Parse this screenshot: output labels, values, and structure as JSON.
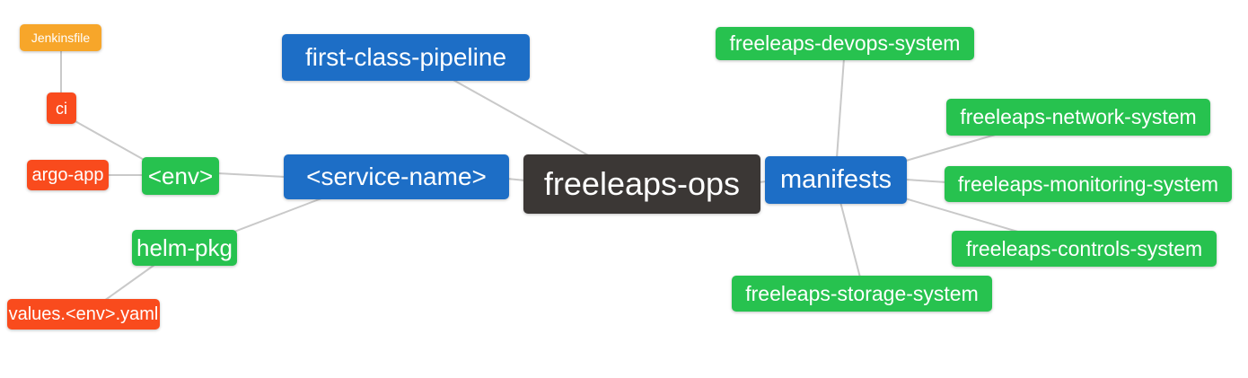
{
  "diagram": {
    "type": "mindmap",
    "background": "#ffffff",
    "edge_color": "#c9c9c9",
    "palette": {
      "blue": "#1d6ec6",
      "green": "#27c24f",
      "orange": "#f7a62a",
      "red": "#f94b1d",
      "dark": "#3b3735",
      "text": "#ffffff"
    },
    "nodes": [
      {
        "id": "jenkinsfile",
        "label": "Jenkinsfile",
        "color": "#f7a62a"
      },
      {
        "id": "ci",
        "label": "ci",
        "color": "#f94b1d"
      },
      {
        "id": "argo-app",
        "label": "argo-app",
        "color": "#f94b1d"
      },
      {
        "id": "env",
        "label": "<env>",
        "color": "#27c24f"
      },
      {
        "id": "helm-pkg",
        "label": "helm-pkg",
        "color": "#27c24f"
      },
      {
        "id": "values-env-yaml",
        "label": "values.<env>.yaml",
        "color": "#f94b1d"
      },
      {
        "id": "first-class-pipeline",
        "label": "first-class-pipeline",
        "color": "#1d6ec6"
      },
      {
        "id": "service-name",
        "label": "<service-name>",
        "color": "#1d6ec6"
      },
      {
        "id": "freeleaps-ops",
        "label": "freeleaps-ops",
        "color": "#3b3735"
      },
      {
        "id": "manifests",
        "label": "manifests",
        "color": "#1d6ec6"
      },
      {
        "id": "freeleaps-devops-system",
        "label": "freeleaps-devops-system",
        "color": "#27c24f"
      },
      {
        "id": "freeleaps-network-system",
        "label": "freeleaps-network-system",
        "color": "#27c24f"
      },
      {
        "id": "freeleaps-monitoring-system",
        "label": "freeleaps-monitoring-system",
        "color": "#27c24f"
      },
      {
        "id": "freeleaps-controls-system",
        "label": "freeleaps-controls-system",
        "color": "#27c24f"
      },
      {
        "id": "freeleaps-storage-system",
        "label": "freeleaps-storage-system",
        "color": "#27c24f"
      }
    ],
    "edges": [
      {
        "from": "Jenkinsfile",
        "to": "ci"
      },
      {
        "from": "ci",
        "to": "<env>"
      },
      {
        "from": "argo-app",
        "to": "<env>"
      },
      {
        "from": "<env>",
        "to": "<service-name>"
      },
      {
        "from": "helm-pkg",
        "to": "<service-name>"
      },
      {
        "from": "values.<env>.yaml",
        "to": "helm-pkg"
      },
      {
        "from": "first-class-pipeline",
        "to": "freeleaps-ops"
      },
      {
        "from": "<service-name>",
        "to": "freeleaps-ops"
      },
      {
        "from": "freeleaps-ops",
        "to": "manifests"
      },
      {
        "from": "manifests",
        "to": "freeleaps-devops-system"
      },
      {
        "from": "manifests",
        "to": "freeleaps-network-system"
      },
      {
        "from": "manifests",
        "to": "freeleaps-monitoring-system"
      },
      {
        "from": "manifests",
        "to": "freeleaps-controls-system"
      },
      {
        "from": "manifests",
        "to": "freeleaps-storage-system"
      }
    ]
  }
}
